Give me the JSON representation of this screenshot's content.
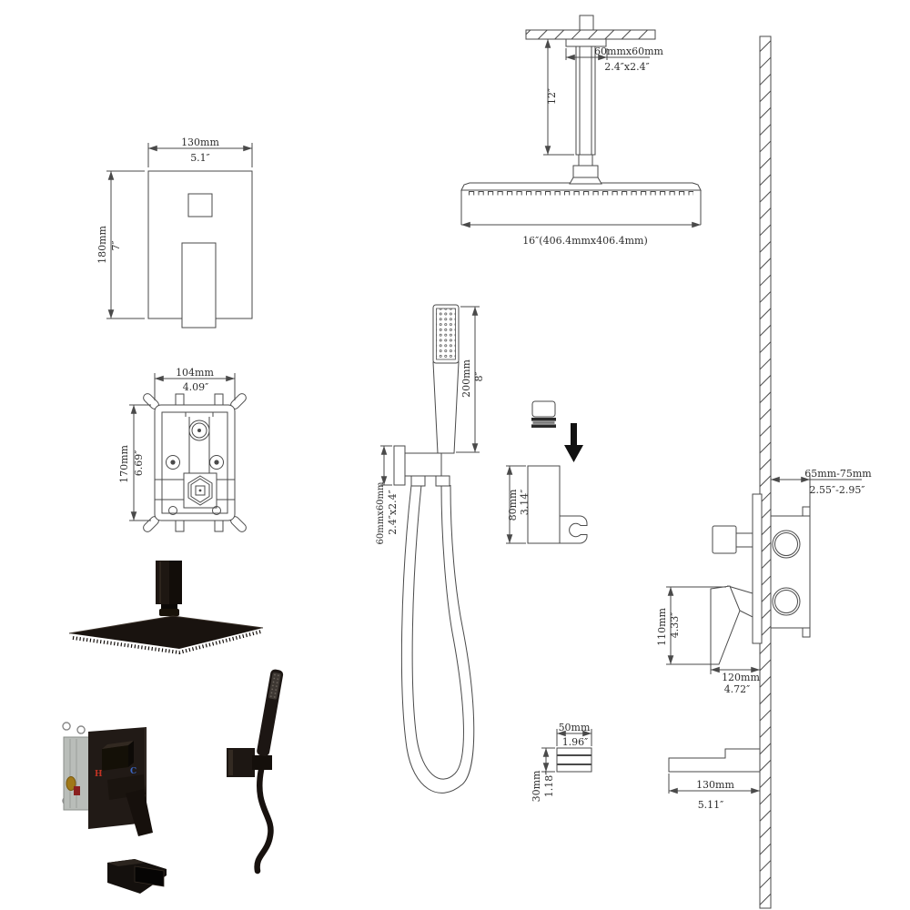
{
  "diagram_title": "shower-system-dimension-diagram",
  "colors": {
    "line": "#4a4a4a",
    "text": "#2d2d2d",
    "matte_black_finish": "#1a1410",
    "hot_indicator": "#c23324",
    "cold_indicator": "#3a66c4",
    "rough_in_box_gray": "#b9bdb9",
    "brass_port": "#a07818"
  },
  "dims": {
    "trim": {
      "w_mm": "130mm",
      "w_in": "5.1″",
      "h_mm": "180mm",
      "h_in": "7″"
    },
    "rough": {
      "w_mm": "104mm",
      "w_in": "4.09″",
      "h_mm": "170mm",
      "h_in": "6.69″"
    },
    "ceiling": {
      "flange_mm": "60mmx60mm",
      "flange_in": "2.4″x2.4″",
      "arm": "12″",
      "head": "16″(406.4mmx406.4mm)"
    },
    "wand": {
      "l_mm": "200mm",
      "l_in": "8″"
    },
    "elbow": {
      "s_mm": "60mmx60mm",
      "s_in": "2.4″x2.4″"
    },
    "holder": {
      "h_mm": "80mm",
      "h_in": "3.14″"
    },
    "valve": {
      "depth_mm": "65mm-75mm",
      "depth_in": "2.55″-2.95″",
      "handle_mm": "110mm",
      "handle_in": "4.33″",
      "reach_mm": "120mm",
      "reach_in": "4.72″"
    },
    "section": {
      "w_mm": "50mm",
      "w_in": "1.96″",
      "h_mm": "30mm",
      "h_in": "1.18″"
    },
    "tub": {
      "l_mm": "130mm",
      "l_in": "5.11″"
    }
  },
  "labels": {
    "hot": "H",
    "cold": "C"
  }
}
